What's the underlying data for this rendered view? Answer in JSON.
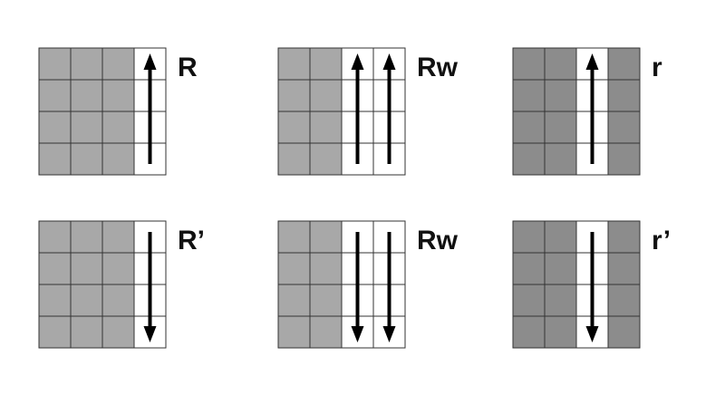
{
  "colors": {
    "cell_light": "#a8a8a8",
    "cell_dark": "#8c8c8c",
    "highlight": "#ffffff",
    "grid_line": "#333333",
    "arrow": "#000000"
  },
  "grid_size": 4,
  "moves": [
    {
      "id": "R",
      "label": "R",
      "highlight_cols": [
        3
      ],
      "direction": "up",
      "shade": "cell_light"
    },
    {
      "id": "Rw",
      "label": "Rw",
      "highlight_cols": [
        2,
        3
      ],
      "direction": "up",
      "shade": "cell_light"
    },
    {
      "id": "r",
      "label": "r",
      "highlight_cols": [
        2
      ],
      "direction": "up",
      "shade": "cell_dark"
    },
    {
      "id": "R-prime",
      "label": "R’",
      "highlight_cols": [
        3
      ],
      "direction": "down",
      "shade": "cell_light"
    },
    {
      "id": "Rw-down",
      "label": "Rw",
      "highlight_cols": [
        2,
        3
      ],
      "direction": "down",
      "shade": "cell_light"
    },
    {
      "id": "r-prime",
      "label": "r’",
      "highlight_cols": [
        2
      ],
      "direction": "down",
      "shade": "cell_dark"
    }
  ]
}
